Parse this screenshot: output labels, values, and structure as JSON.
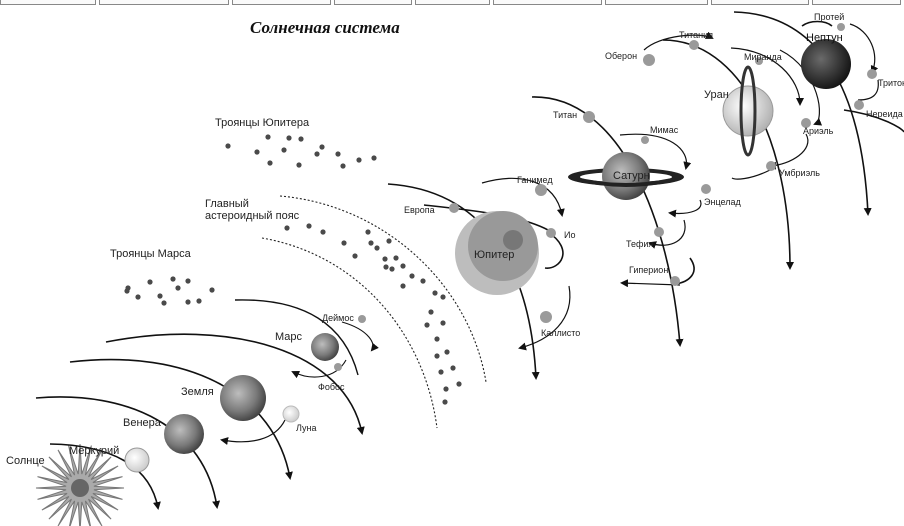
{
  "title": "Солнечная система",
  "labels": {
    "sun": "Солнце",
    "mercury": "Меркурий",
    "venus": "Венера",
    "earth": "Земля",
    "moon": "Луна",
    "mars": "Марс",
    "deimos": "Деймос",
    "phobos": "Фобос",
    "mars_trojans": "Троянцы Марса",
    "belt_line1": "Главный",
    "belt_line2": "астероидный пояс",
    "jupiter_trojans": "Троянцы Юпитера",
    "jupiter": "Юпитер",
    "europa": "Европа",
    "ganymede": "Ганимед",
    "io": "Ио",
    "callisto": "Каллисто",
    "saturn": "Сатурн",
    "titan": "Титан",
    "mimas": "Мимас",
    "enceladus": "Энцелад",
    "tethys": "Тефия",
    "hyperion": "Гиперион",
    "uranus": "Уран",
    "oberon": "Оберон",
    "titania": "Титания",
    "miranda": "Миранда",
    "ariel": "Ариэль",
    "umbriel": "Умбриэль",
    "neptune": "Нептун",
    "proteus": "Протей",
    "triton": "Тритон",
    "nereid": "Нереида"
  },
  "colors": {
    "line": "#111111",
    "moon": "#9a9a9a",
    "asteroid": "#4a4a4a"
  }
}
